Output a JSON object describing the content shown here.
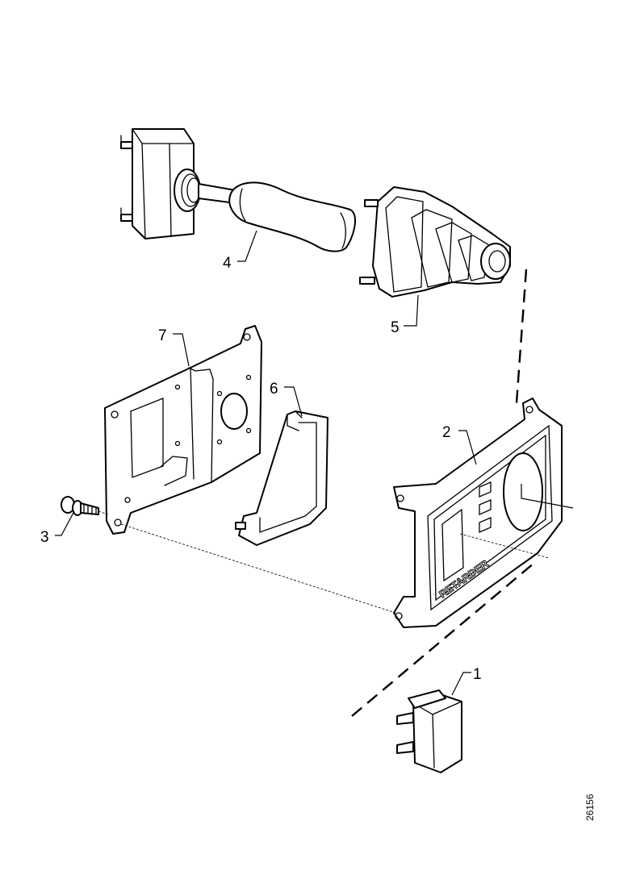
{
  "callouts": [
    {
      "id": "1",
      "label": "1",
      "part": "switch-module"
    },
    {
      "id": "2",
      "label": "2",
      "part": "retarder-panel"
    },
    {
      "id": "3",
      "label": "3",
      "part": "screw"
    },
    {
      "id": "4",
      "label": "4",
      "part": "lever-switch"
    },
    {
      "id": "5",
      "label": "5",
      "part": "rubber-boot"
    },
    {
      "id": "6",
      "label": "6",
      "part": "cover-insert"
    },
    {
      "id": "7",
      "label": "7",
      "part": "mounting-bracket"
    }
  ],
  "panel_text": "RETARDER",
  "drawing_code": "26156"
}
